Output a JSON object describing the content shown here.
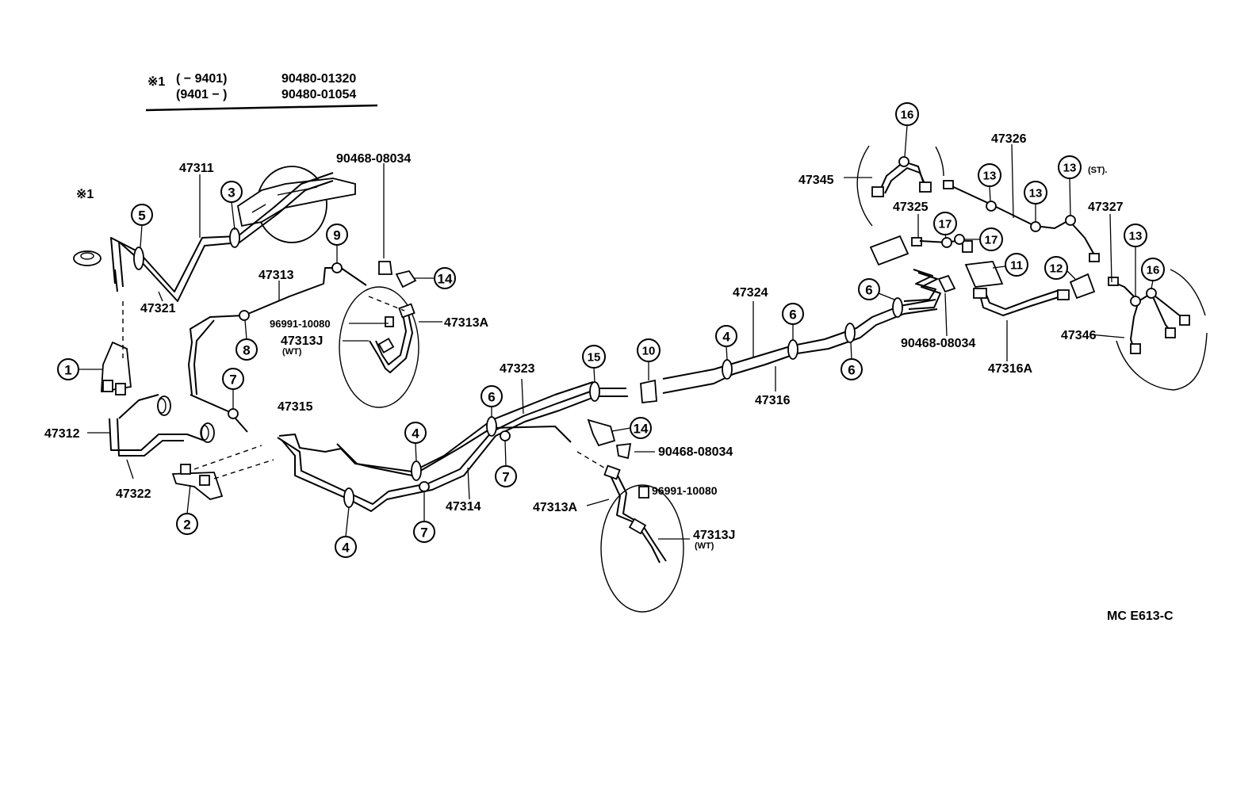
{
  "header": {
    "star_label": "※1",
    "line1_range": "( − 9401)",
    "line1_part": "90480-01320",
    "line2_range": "(9401 − )",
    "line2_part": "90480-01054"
  },
  "star_marker": "※1",
  "part_numbers": {
    "p47311": "47311",
    "p47321": "47321",
    "p47312": "47312",
    "p47322": "47322",
    "p47313": "47313",
    "p47313A_left": "47313A",
    "p47313J_left": "47313J",
    "wt_left": "(WT)",
    "p96991_left": "96991-10080",
    "p90468_top": "90468-08034",
    "p47315": "47315",
    "p47314": "47314",
    "p47323": "47323",
    "p47313A_mid": "47313A",
    "p96991_mid": "96991-10080",
    "p47313J_mid": "47313J",
    "wt_mid": "(WT)",
    "p90468_mid": "90468-08034",
    "p47324": "47324",
    "p47316": "47316",
    "p47345": "47345",
    "p47325": "47325",
    "p47326": "47326",
    "st": "(ST).",
    "p47327": "47327",
    "p47346": "47346",
    "p90468_right": "90468-08034",
    "p47316A": "47316A"
  },
  "callouts": {
    "c1": "1",
    "c2": "2",
    "c3": "3",
    "c4a": "4",
    "c4b": "4",
    "c4c": "4",
    "c5": "5",
    "c6a": "6",
    "c6b": "6",
    "c6c": "6",
    "c6d": "6",
    "c7a": "7",
    "c7b": "7",
    "c7c": "7",
    "c8": "8",
    "c9": "9",
    "c10": "10",
    "c11": "11",
    "c12": "12",
    "c13a": "13",
    "c13b": "13",
    "c13c": "13",
    "c13d": "13",
    "c14a": "14",
    "c14b": "14",
    "c15": "15",
    "c16a": "16",
    "c16b": "16",
    "c17a": "17",
    "c17b": "17"
  },
  "figure_code": "MC E613-C"
}
